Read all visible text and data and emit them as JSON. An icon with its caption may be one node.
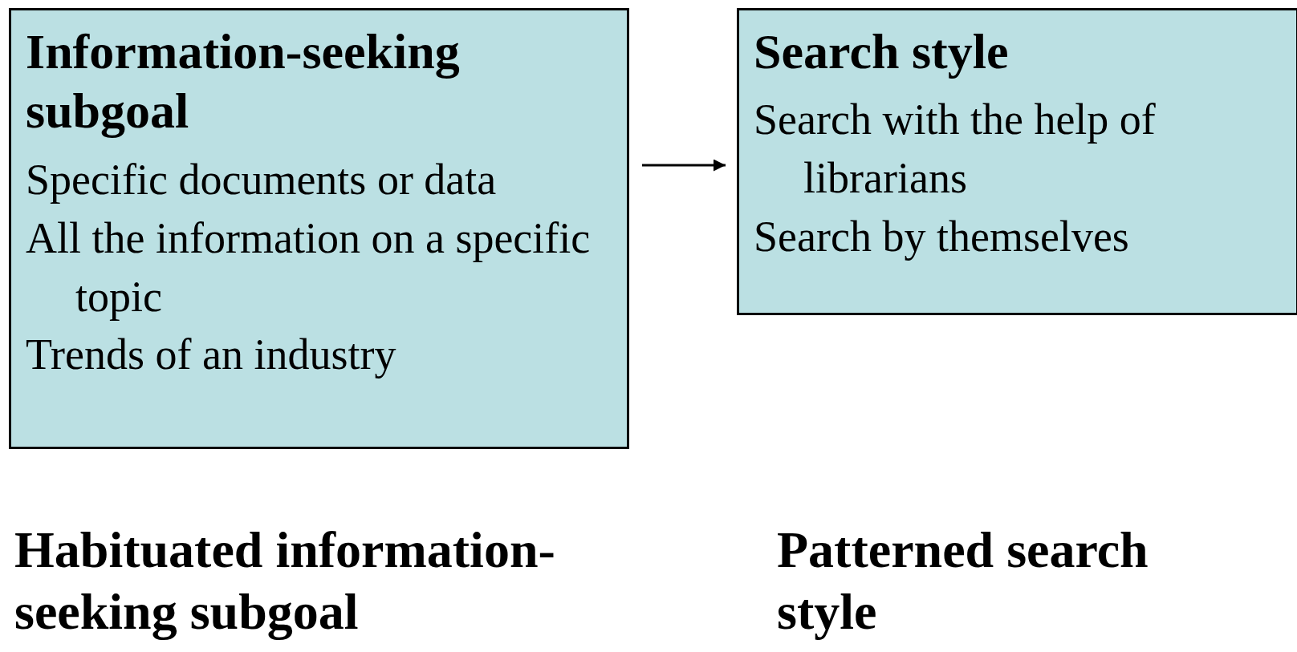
{
  "diagram": {
    "nodes": [
      {
        "text": [
          "Information-seeking subgoal",
          "Specific documents or data",
          "All the information on a specific topic",
          "Trends of an industry"
        ]
      },
      {
        "text": [
          "Search style",
          "Search with the help of librarians",
          "Search by themselves"
        ]
      }
    ],
    "edges": [
      {
        "from": 0,
        "to": 1,
        "arrow": "to"
      }
    ],
    "labels": [
      "Habituated information-seeking subgoal",
      "Patterned search style"
    ]
  }
}
